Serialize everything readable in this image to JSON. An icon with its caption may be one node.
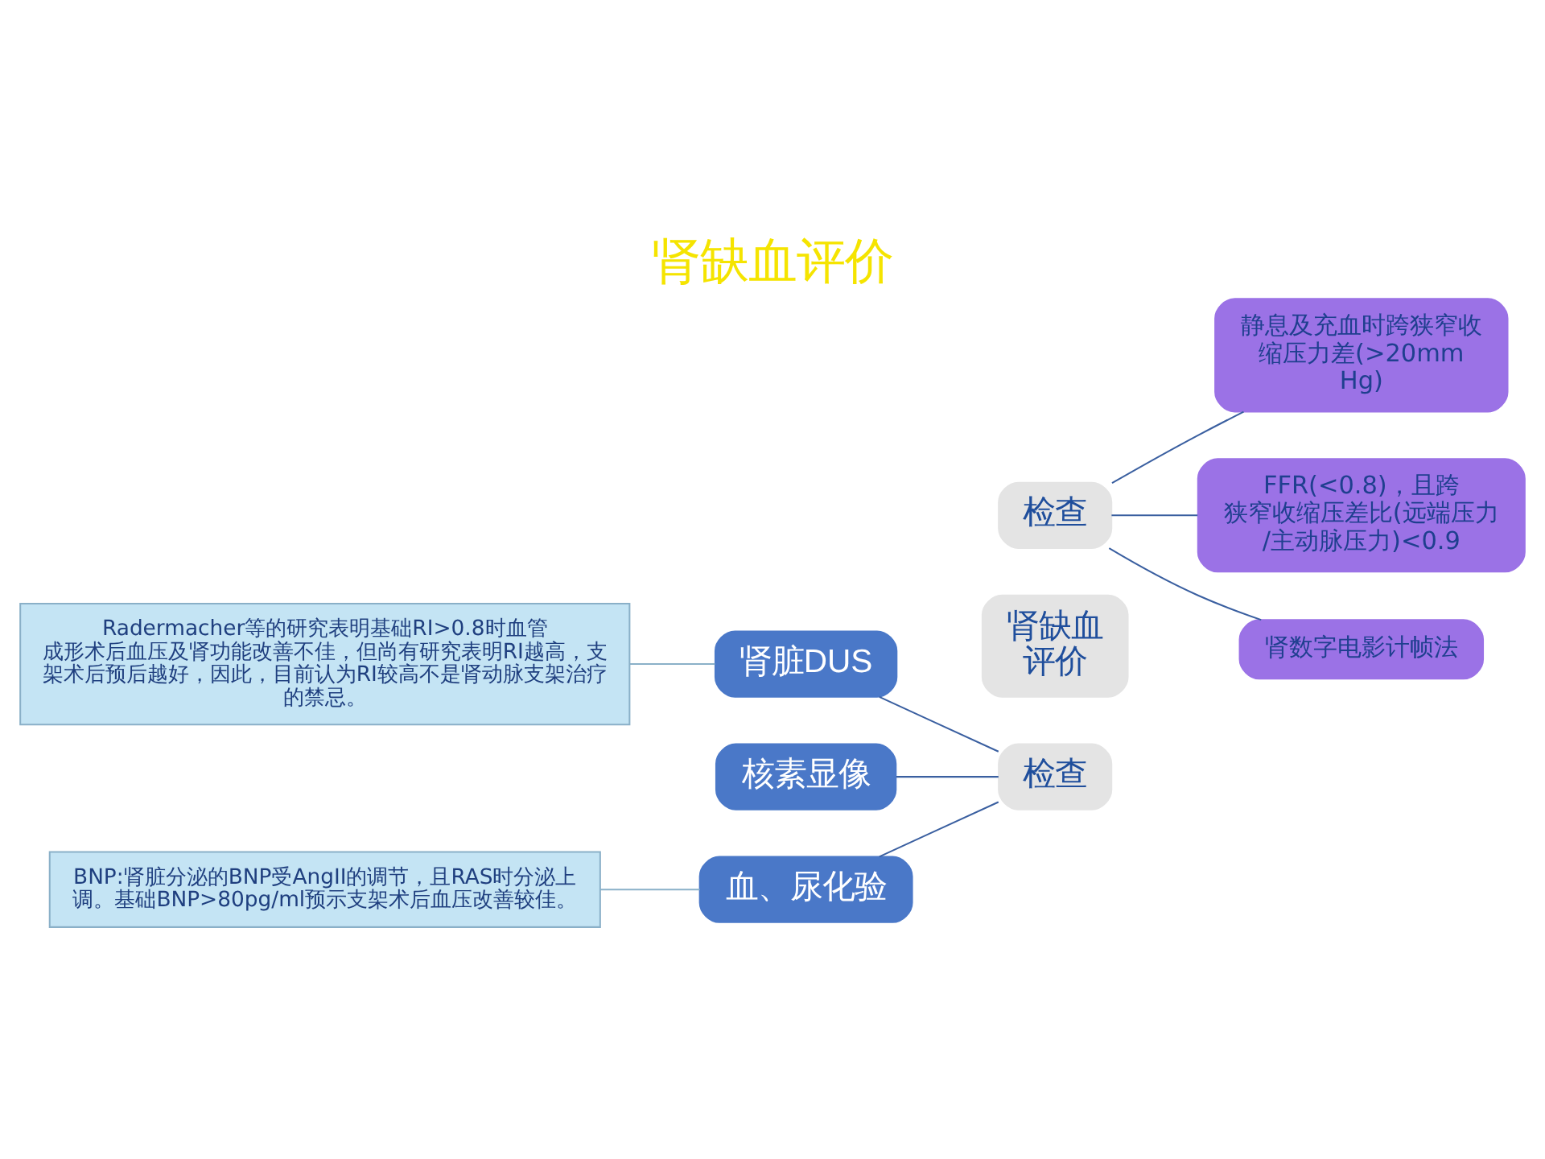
{
  "diagram": {
    "title": "肾缺血评价",
    "nodes": [
      {
        "text": [
          "血、尿化验"
        ]
      },
      {
        "text": [
          "肾脏DUS"
        ]
      },
      {
        "text": [
          "核素显像"
        ]
      },
      {
        "text": [
          "检查"
        ]
      },
      {
        "text": [
          "肾缺血评价"
        ]
      },
      {
        "text": [
          "检查"
        ]
      },
      {
        "text": [
          "静息及充血时跨狭窄收缩压力差(>20mmHg)"
        ]
      },
      {
        "text": [
          "FFR(<0.8)，且跨狭窄收缩压差比(远端压力/主动脉压力)<0.9"
        ]
      },
      {
        "text": [
          "肾数字电影计帧法"
        ]
      },
      {
        "text": [
          "BNP:肾脏分泌的BNP受AngII的调节，且RAS时分泌上调。基础BNP>80pg/ml预示支架术后血压改善较佳。"
        ]
      },
      {
        "text": [
          "Radermacher等的研究表明基础RI>0.8时血管成形术后血压及肾功能改善不佳，但尚有研究表明RI越高，支架术后预后越好，因此，目前认为RI较高不是肾动脉支架治疗的禁忌。"
        ]
      }
    ],
    "edges": [
      {
        "from": 0,
        "to": 3,
        "arrow": "none"
      },
      {
        "from": 1,
        "to": 3,
        "arrow": "none"
      },
      {
        "from": 2,
        "to": 3,
        "arrow": "none"
      },
      {
        "from": 5,
        "to": 6,
        "arrow": "none"
      },
      {
        "from": 5,
        "to": 7,
        "arrow": "none"
      },
      {
        "from": 5,
        "to": 8,
        "arrow": "none"
      },
      {
        "from": 9,
        "to": 0,
        "arrow": "none"
      },
      {
        "from": 10,
        "to": 1,
        "arrow": "none"
      }
    ]
  }
}
